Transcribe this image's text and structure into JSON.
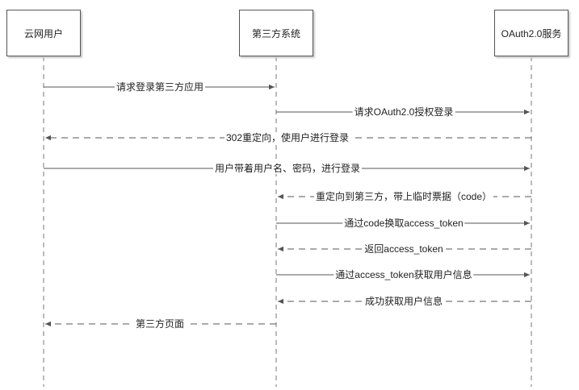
{
  "participants": [
    {
      "id": "user",
      "label": "云网用户"
    },
    {
      "id": "third",
      "label": "第三方系统"
    },
    {
      "id": "oauth",
      "label": "OAuth2.0服务"
    }
  ],
  "messages": [
    {
      "from": "user",
      "to": "third",
      "label": "请求登录第三方应用",
      "style": "solid"
    },
    {
      "from": "third",
      "to": "oauth",
      "label": "请求OAuth2.0授权登录",
      "style": "solid"
    },
    {
      "from": "oauth",
      "to": "user",
      "label": "302重定向，使用户进行登录",
      "style": "dashed"
    },
    {
      "from": "user",
      "to": "oauth",
      "label": "用户带着用户名、密码，进行登录",
      "style": "solid"
    },
    {
      "from": "oauth",
      "to": "third",
      "label": "重定向到第三方，带上临时票据（code）",
      "style": "dashed"
    },
    {
      "from": "third",
      "to": "oauth",
      "label": "通过code换取access_token",
      "style": "solid"
    },
    {
      "from": "oauth",
      "to": "third",
      "label": "返回access_token",
      "style": "dashed"
    },
    {
      "from": "third",
      "to": "oauth",
      "label": "通过access_token获取用户信息",
      "style": "solid"
    },
    {
      "from": "oauth",
      "to": "third",
      "label": "成功获取用户信息",
      "style": "dashed"
    },
    {
      "from": "third",
      "to": "user",
      "label": "第三方页面",
      "style": "dashed"
    }
  ]
}
